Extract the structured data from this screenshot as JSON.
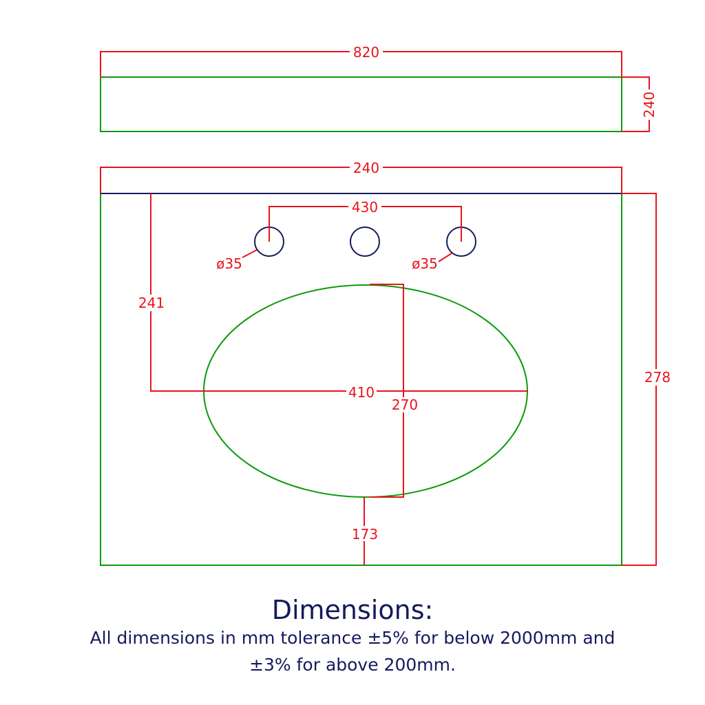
{
  "drawing": {
    "top_view": {
      "width_label": "820",
      "height_label": "240"
    },
    "front_view": {
      "width_label": "240",
      "height_label": "278",
      "tap_spacing_label": "430",
      "tap_hole_left_label": "ø35",
      "tap_hole_right_label": "ø35",
      "basin_offset_label": "241",
      "basin_width_label": "410",
      "basin_depth_label": "270",
      "basin_front_offset_label": "173"
    },
    "colors": {
      "dimension": "#e8141c",
      "outline": "#0a9a0a",
      "edge": "#141a5c"
    }
  },
  "caption": {
    "title": "Dimensions:",
    "line1": "All dimensions in mm tolerance ±5% for  below 2000mm and",
    "line2": "±3% for  above 200mm."
  }
}
